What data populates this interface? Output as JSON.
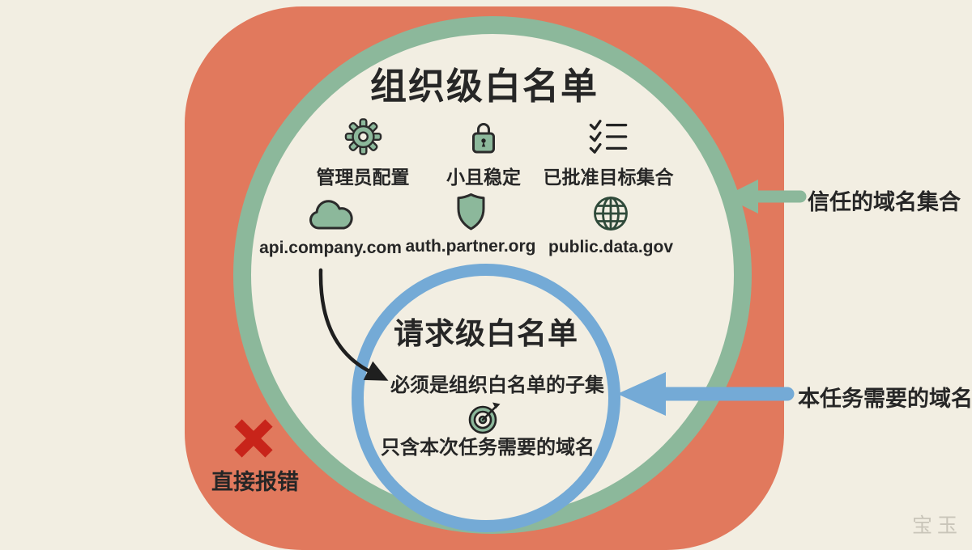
{
  "outer_whitelist": {
    "title": "组织级白名单",
    "features": [
      {
        "icon": "gear-icon",
        "label": "管理员配置"
      },
      {
        "icon": "lock-icon",
        "label": "小且稳定"
      },
      {
        "icon": "checklist-icon",
        "label": "已批准目标集合"
      }
    ],
    "domains": [
      {
        "icon": "cloud-icon",
        "label": "api.company.com"
      },
      {
        "icon": "shield-icon",
        "label": "auth.partner.org"
      },
      {
        "icon": "globe-icon",
        "label": "public.data.gov"
      }
    ]
  },
  "inner_whitelist": {
    "title": "请求级白名单",
    "subtitle": "必须是组织白名单的子集",
    "icon": "target-icon",
    "note": "只含本次任务需要的域名"
  },
  "callouts": {
    "trusted_arrow_label": "信任的域名集合",
    "task_arrow_label": "本任务需要的域名",
    "error_label": "直接报错"
  },
  "watermark": "宝玉",
  "colors": {
    "coral": "#e1795d",
    "sage_green": "#8cb89b",
    "blue": "#74aad6",
    "cream": "#f2eee2",
    "ink": "#262626",
    "error_red": "#c8241a"
  }
}
